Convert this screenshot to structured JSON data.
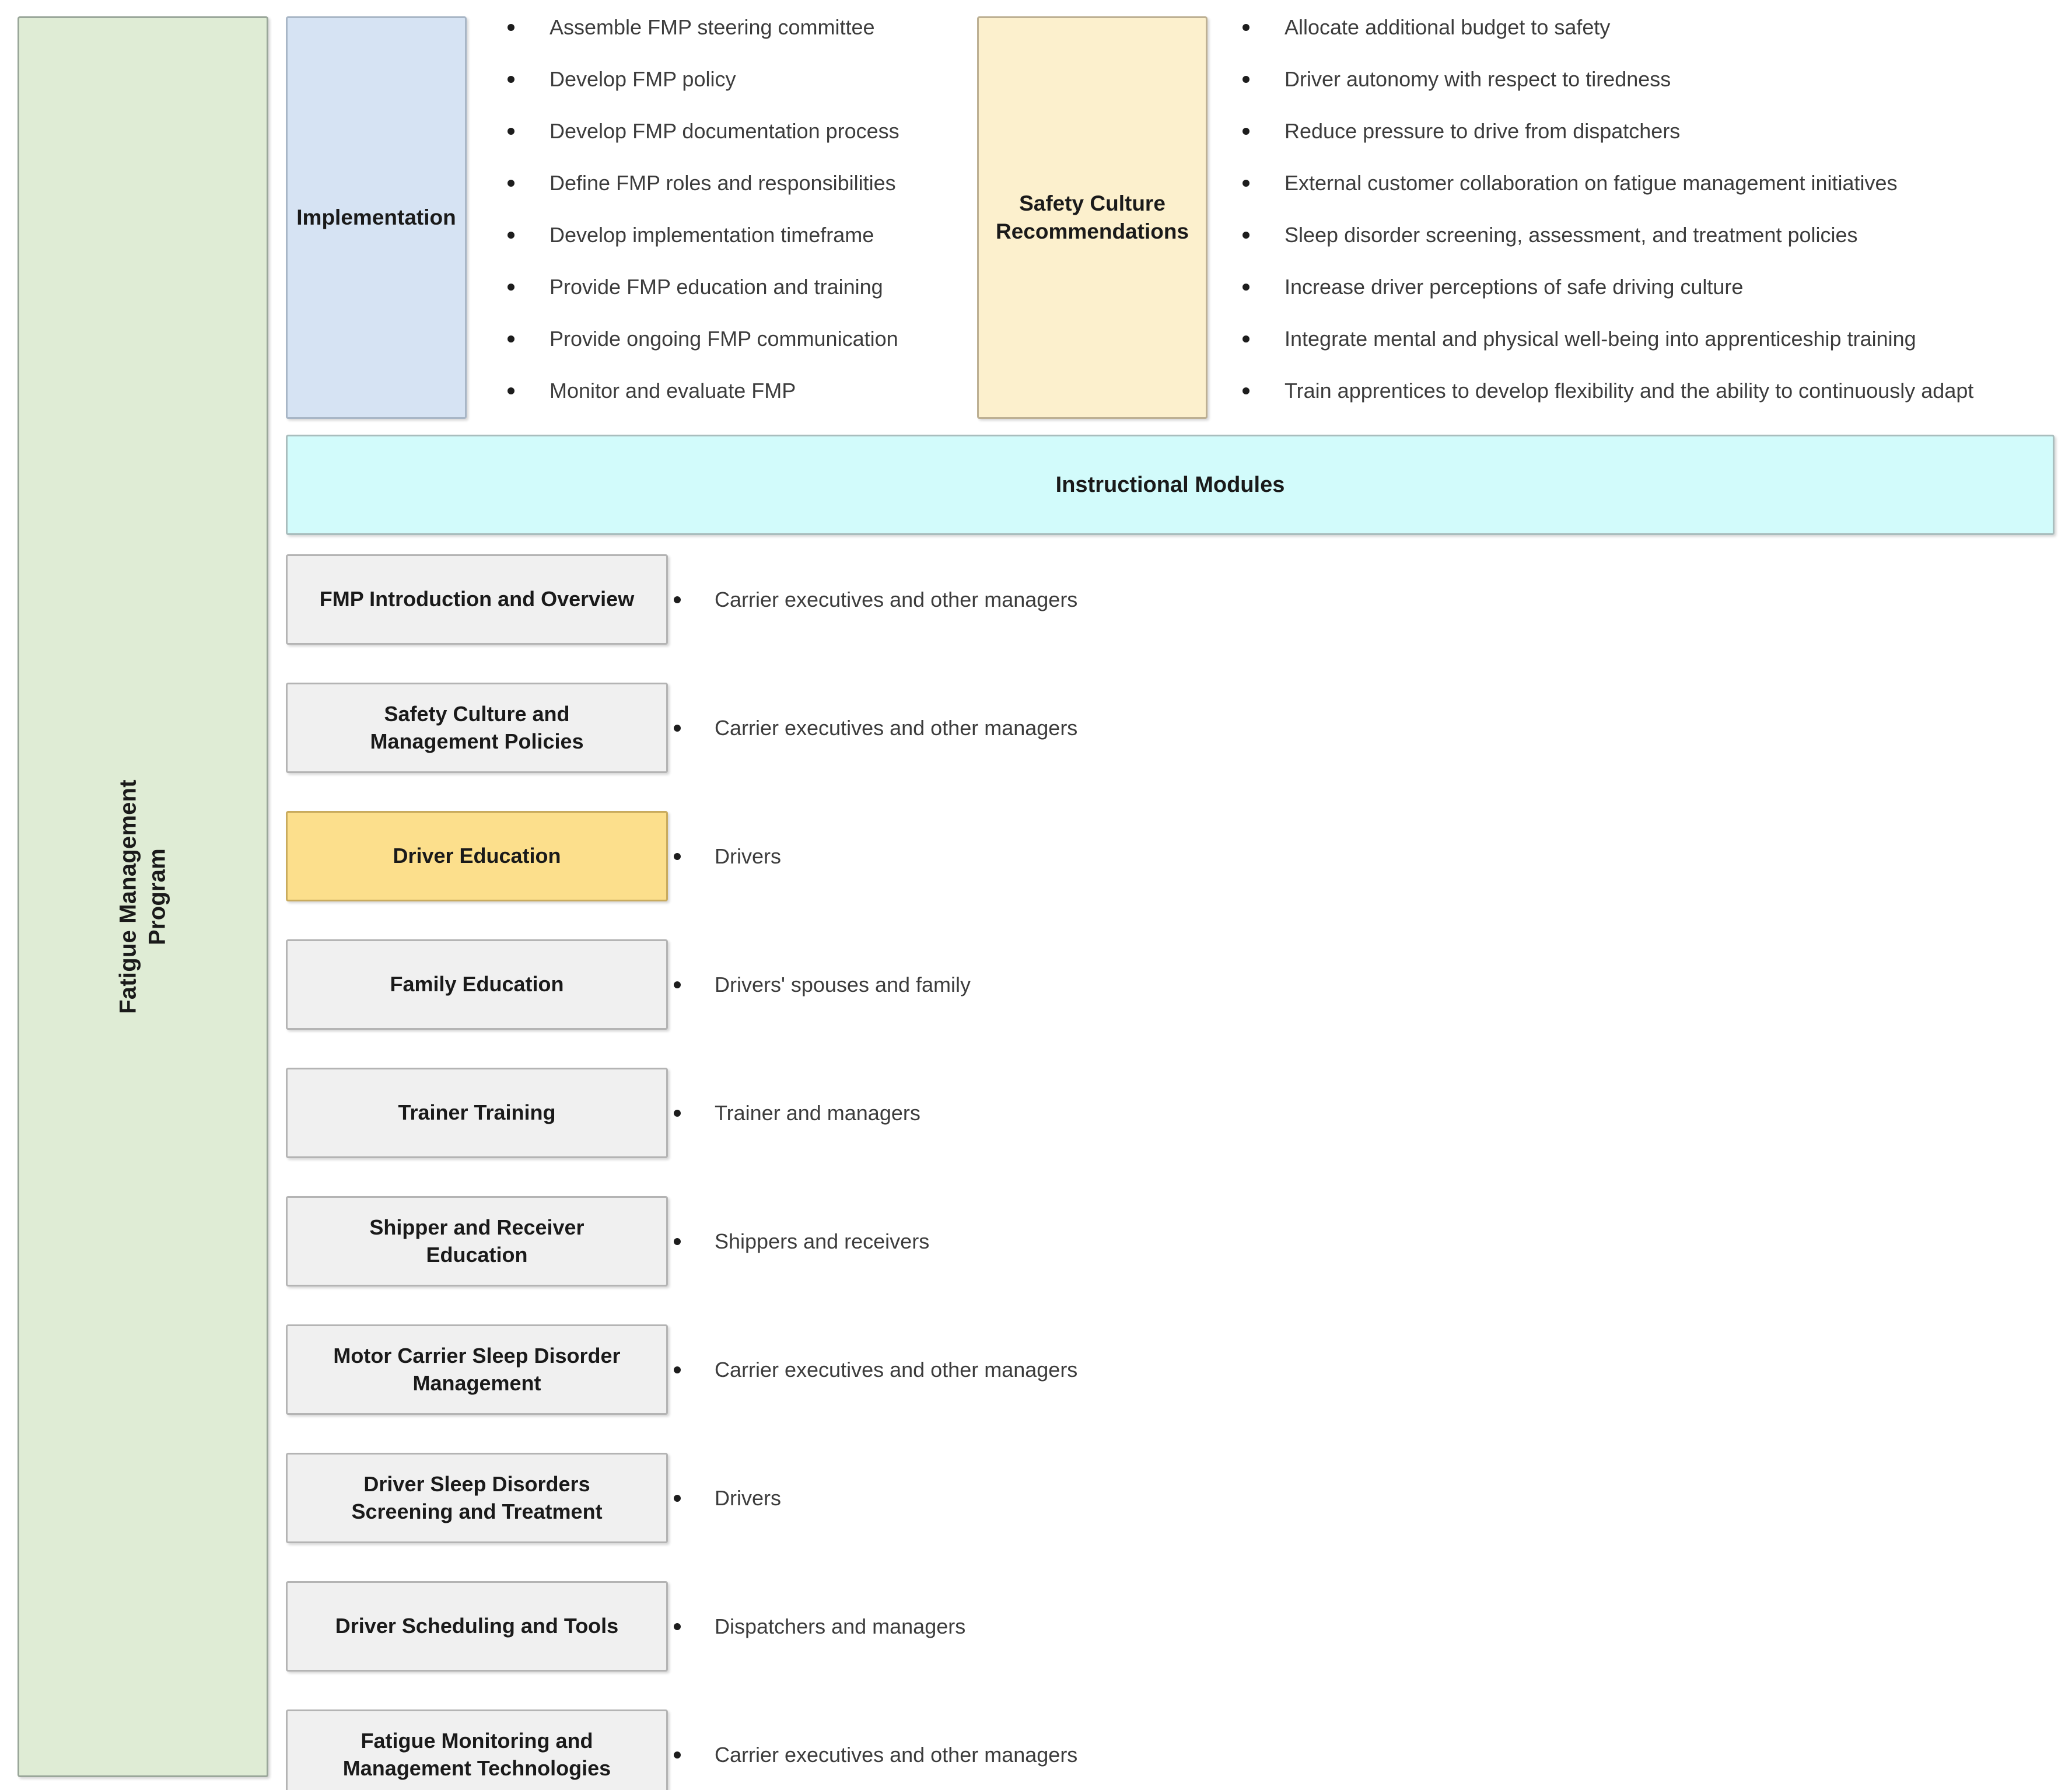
{
  "program_band": {
    "label": "Fatigue Management\nProgram"
  },
  "implementation": {
    "title": "Implementation",
    "items": [
      "Assemble FMP steering committee",
      "Develop FMP policy",
      "Develop FMP documentation process",
      "Define FMP roles and responsibilities",
      "Develop implementation timeframe",
      "Provide FMP education and training",
      "Provide ongoing FMP communication",
      "Monitor and evaluate FMP"
    ]
  },
  "safety_culture": {
    "title": "Safety Culture\nRecommendations",
    "items": [
      "Allocate additional budget to safety",
      "Driver autonomy with respect to tiredness",
      "Reduce pressure to drive from dispatchers",
      "External customer collaboration on fatigue management initiatives",
      "Sleep disorder screening, assessment, and treatment policies",
      "Increase driver perceptions of safe driving culture",
      "Integrate mental and physical well-being into apprenticeship training",
      "Train apprentices to develop flexibility and the ability to continuously adapt"
    ]
  },
  "instructional_modules": {
    "banner_title": "Instructional Modules",
    "modules": [
      {
        "name": "FMP Introduction and Overview",
        "audience": "Carrier executives and other managers",
        "highlighted": false
      },
      {
        "name": "Safety Culture and\nManagement Policies",
        "audience": "Carrier executives and other managers",
        "highlighted": false
      },
      {
        "name": "Driver Education",
        "audience": "Drivers",
        "highlighted": true
      },
      {
        "name": "Family Education",
        "audience": "Drivers' spouses and family",
        "highlighted": false
      },
      {
        "name": "Trainer Training",
        "audience": "Trainer and managers",
        "highlighted": false
      },
      {
        "name": "Shipper and Receiver\nEducation",
        "audience": "Shippers and receivers",
        "highlighted": false
      },
      {
        "name": "Motor Carrier Sleep Disorder\nManagement",
        "audience": "Carrier executives and other managers",
        "highlighted": false
      },
      {
        "name": "Driver Sleep Disorders\nScreening and Treatment",
        "audience": "Drivers",
        "highlighted": false
      },
      {
        "name": "Driver Scheduling and Tools",
        "audience": "Dispatchers and managers",
        "highlighted": false
      },
      {
        "name": "Fatigue Monitoring and\nManagement Technologies",
        "audience": "Carrier executives and other managers",
        "highlighted": false
      }
    ]
  },
  "colors": {
    "program_band": "#dfecd5",
    "implementation": "#d6e3f3",
    "safety_culture": "#fcf0cd",
    "instructional_banner": "#d2fbfb",
    "module_default": "#f0f0f0",
    "module_highlight": "#fcdf8c"
  }
}
